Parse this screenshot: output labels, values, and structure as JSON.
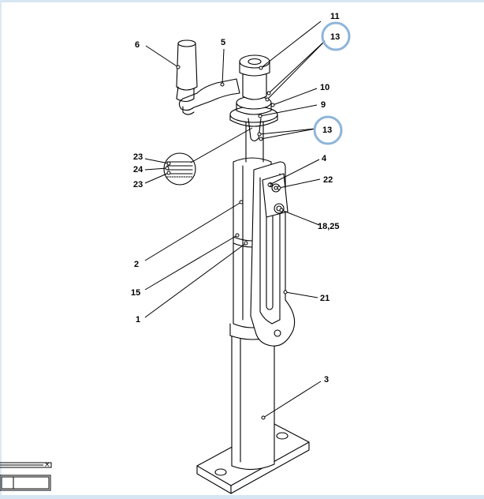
{
  "diagram": {
    "callouts": {
      "c11": "11",
      "c13a": "13",
      "c6": "6",
      "c5": "5",
      "c10": "10",
      "c9": "9",
      "c13b": "13",
      "c4": "4",
      "c22": "22",
      "c23a": "23",
      "c24": "24",
      "c23b": "23",
      "c18_25": "18,25",
      "c2": "2",
      "c15": "15",
      "c1": "1",
      "c21": "21",
      "c3": "3"
    },
    "highlight_color": "#8fb4d9",
    "line_color": "#000000"
  },
  "mini_window": {
    "close_glyph": "×"
  }
}
